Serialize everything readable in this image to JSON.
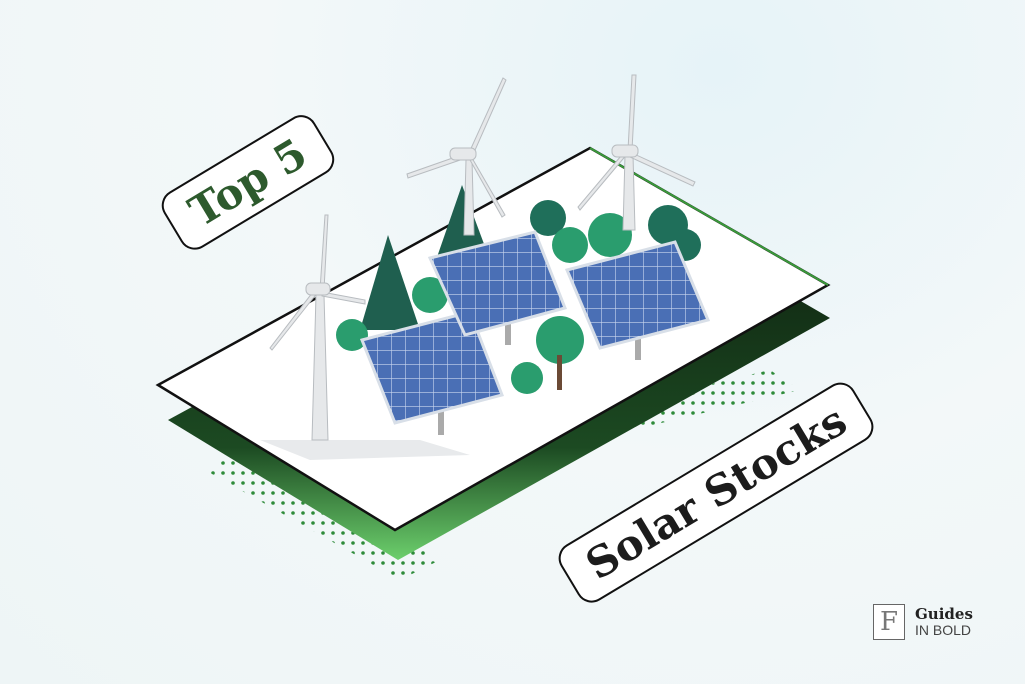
{
  "title_top": "Top 5",
  "title_bottom": "Solar Stocks",
  "logo": {
    "mark": "F",
    "line1": "Guides",
    "line2": "IN BOLD"
  },
  "colors": {
    "accent": "#2e7d32",
    "panel": "#3f5f9f",
    "tree": "#2a9d6e",
    "pine": "#1f5f4f"
  }
}
